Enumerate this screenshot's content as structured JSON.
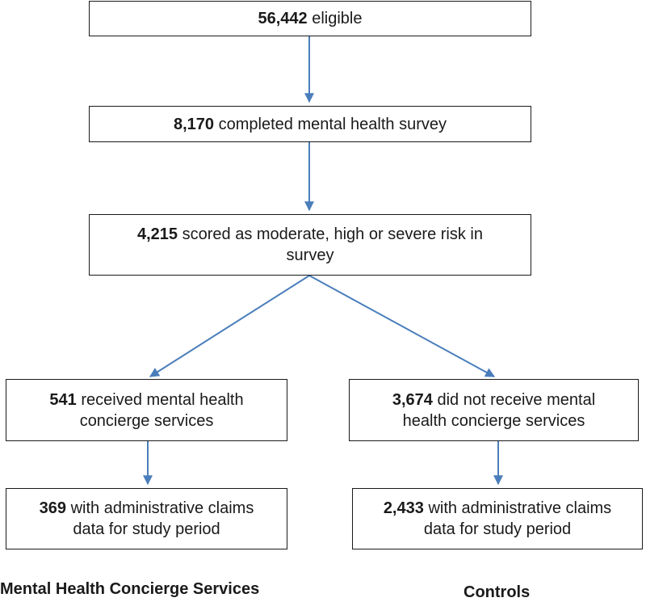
{
  "colors": {
    "arrow": "#4a7ebb",
    "border": "#1a1a1a"
  },
  "boxes": {
    "eligible": {
      "count": "56,442",
      "text": "eligible"
    },
    "completed_survey": {
      "count": "8,170",
      "text": "completed mental health survey"
    },
    "scored_risk": {
      "count": "4,215",
      "text": "scored as moderate, high or severe risk in survey"
    },
    "received_services": {
      "count": "541",
      "text": "received mental health concierge services"
    },
    "not_received_services": {
      "count": "3,674",
      "text": "did not receive mental health concierge services"
    },
    "mhcs_claims": {
      "count": "369",
      "text": "with administrative claims data for study period"
    },
    "control_claims": {
      "count": "2,433",
      "text": "with administrative claims data for study period"
    }
  },
  "captions": {
    "left": "Mental Health Concierge Services",
    "right": "Controls"
  }
}
